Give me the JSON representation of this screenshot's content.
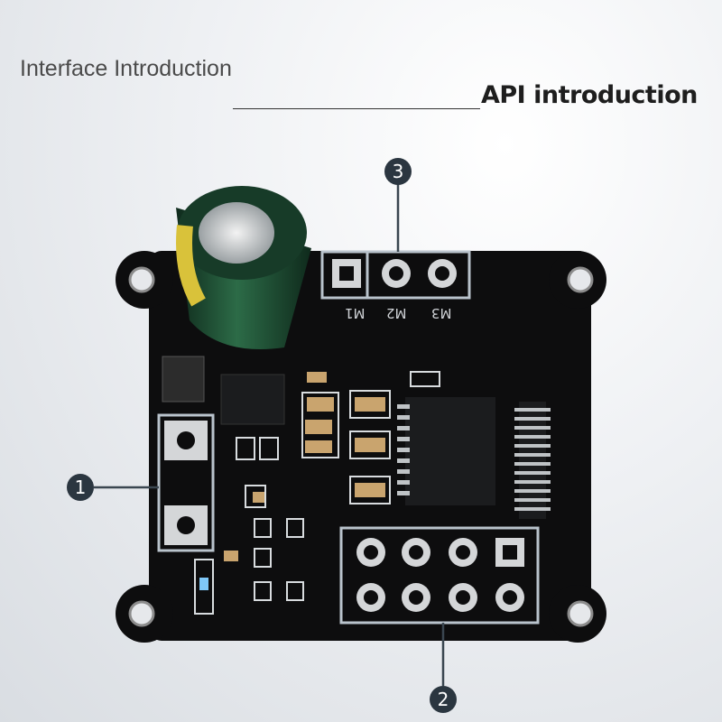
{
  "heading": {
    "title": "Interface Introduction",
    "subtitle": "API introduction"
  },
  "callouts": [
    {
      "number": "1"
    },
    {
      "number": "2"
    },
    {
      "number": "3"
    }
  ],
  "motor_pins": [
    "M1",
    "M2",
    "M3"
  ],
  "colors": {
    "board": "#0d0d0e",
    "callout": "#2b3640",
    "outline": "#b9c3cc",
    "capacitor": "#1f4a33"
  }
}
